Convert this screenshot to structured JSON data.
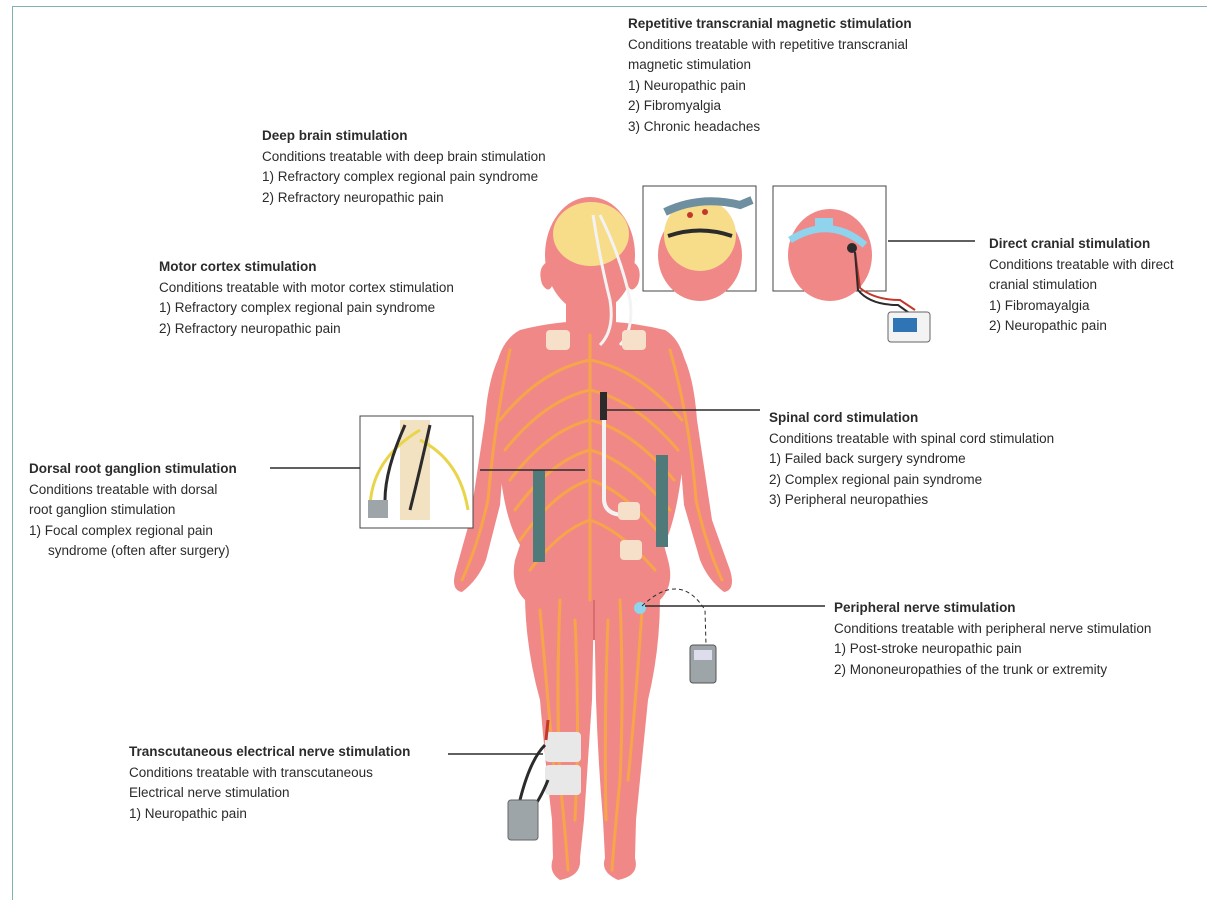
{
  "labels": {
    "rtms": {
      "title": "Repetitive transcranial magnetic stimulation",
      "subtitle_line1": "Conditions treatable with repetitive transcranial",
      "subtitle_line2": "magnetic stimulation",
      "items": [
        "1) Neuropathic pain",
        "2) Fibromyalgia",
        "3) Chronic headaches"
      ]
    },
    "dbs": {
      "title": "Deep brain stimulation",
      "subtitle": "Conditions treatable with deep brain stimulation",
      "items": [
        "1) Refractory complex regional pain syndrome",
        "2) Refractory neuropathic pain"
      ]
    },
    "mcs": {
      "title": "Motor cortex stimulation",
      "subtitle": "Conditions treatable with motor cortex stimulation",
      "items": [
        "1) Refractory complex regional pain syndrome",
        "2) Refractory neuropathic pain"
      ]
    },
    "dcs": {
      "title": "Direct cranial stimulation",
      "subtitle_line1": "Conditions treatable with direct",
      "subtitle_line2": "cranial stimulation",
      "items": [
        "1) Fibromayalgia",
        "2) Neuropathic pain"
      ]
    },
    "scs": {
      "title": "Spinal cord stimulation",
      "subtitle": "Conditions treatable with spinal cord stimulation",
      "items": [
        "1) Failed back surgery syndrome",
        "2) Complex regional pain syndrome",
        "3) Peripheral neuropathies"
      ]
    },
    "drg": {
      "title": "Dorsal root ganglion stimulation",
      "subtitle_line1": "Conditions treatable with dorsal",
      "subtitle_line2": "root ganglion stimulation",
      "item_line1": "1) Focal complex regional pain",
      "item_line2": "syndrome (often after surgery)"
    },
    "pns": {
      "title": "Peripheral nerve stimulation",
      "subtitle": "Conditions treatable with peripheral nerve stimulation",
      "items": [
        "1) Post-stroke neuropathic pain",
        "2) Mononeuropathies of the trunk or extremity"
      ]
    },
    "tens": {
      "title": "Transcutaneous electrical nerve stimulation",
      "subtitle_line1": "Conditions treatable with transcutaneous",
      "subtitle_line2": "Electrical nerve stimulation",
      "items": [
        "1) Neuropathic pain"
      ]
    }
  },
  "colors": {
    "skin": "#f08888",
    "nerve": "#f6a54a",
    "brain": "#f7dc8a",
    "lead": "#e8e8e8",
    "device": "#9ea5a8",
    "electrode_blue": "#8fd3ec",
    "frame": "#7fb3b3"
  }
}
